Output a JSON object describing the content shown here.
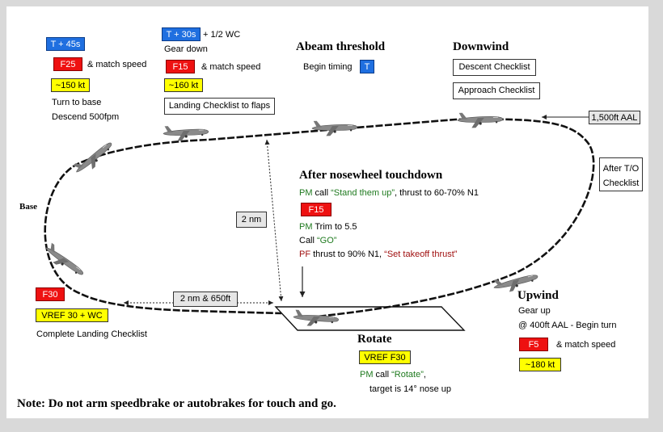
{
  "turn_base": {
    "time_badge": "T + 45s",
    "flaps_badge": "F25",
    "flaps_text": "& match speed",
    "speed_badge": "~150 kt",
    "line1": "Turn to base",
    "line2": "Descend 500fpm"
  },
  "gear_down": {
    "time_badge": "T + 30s",
    "time_suffix": "+ 1/2 WC",
    "line1": "Gear down",
    "flaps_badge": "F15",
    "flaps_text": "& match speed",
    "speed_badge": "~160 kt",
    "checklist": "Landing Checklist to flaps"
  },
  "abeam": {
    "title": "Abeam threshold",
    "text": "Begin timing",
    "badge": "T"
  },
  "downwind": {
    "title": "Downwind",
    "checklist1": "Descent Checklist",
    "checklist2": "Approach Checklist",
    "altitude": "1,500ft AAL"
  },
  "after_to": {
    "line1": "After T/O",
    "line2": "Checklist"
  },
  "nosewheel": {
    "title": "After nosewheel touchdown",
    "pm1_role": "PM",
    "pm1_mid": " call ",
    "pm1_quote": "“Stand them up”",
    "pm1_end": ", thrust to 60-70% N1",
    "flaps_badge": "F15",
    "pm2_role": "PM",
    "pm2_text": " Trim to 5.5",
    "call_pre": "Call ",
    "call_quote": "“GO”",
    "pf_role": "PF",
    "pf_mid": " thrust to 90% N1, ",
    "pf_quote": "“Set takeoff thrust”"
  },
  "distances": {
    "vertical": "2 nm",
    "horizontal": "2 nm & 650ft"
  },
  "base": {
    "label": "Base"
  },
  "final": {
    "flaps_badge": "F30",
    "speed_badge": "VREF 30 + WC",
    "line1": "Complete Landing Checklist"
  },
  "rotate": {
    "title": "Rotate",
    "badge": "VREF F30",
    "pm_role": "PM",
    "pm_mid": " call ",
    "pm_quote": "“Rotate”",
    "pm_end": ",",
    "line2": "target is 14° nose up"
  },
  "upwind": {
    "title": "Upwind",
    "line1": "Gear up",
    "line2": "@ 400ft AAL - Begin turn",
    "flaps_badge": "F5",
    "flaps_text": "& match speed",
    "speed_badge": "~180 kt"
  },
  "note": "Note: Do not arm speedbrake or autobrakes for touch and go.",
  "colors": {
    "red": "#ee1111",
    "yellow": "#ffff00",
    "blue": "#1f6fe0",
    "green_text": "#1f7a1f",
    "maroon_text": "#a01010"
  }
}
